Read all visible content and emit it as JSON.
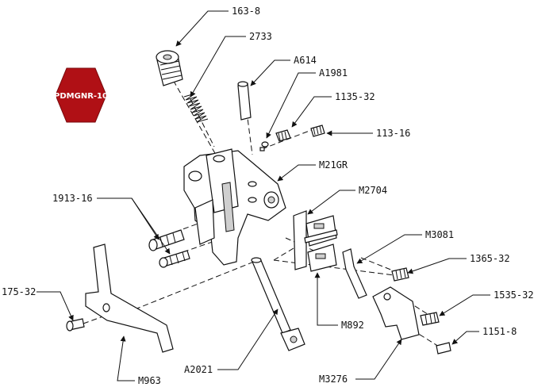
{
  "badge": {
    "text": "PDMGNR-10",
    "color": "#b01015"
  },
  "labels": {
    "p163_8": "163-8",
    "p2733": "2733",
    "pA614": "A614",
    "pA1981": "A1981",
    "p1135_32": "1135-32",
    "p113_16": "113-16",
    "pM21GR": "M21GR",
    "pM2704": "M2704",
    "p1913_16": "1913-16",
    "pM3081": "M3081",
    "p1365_32": "1365-32",
    "p175_32": "175-32",
    "p1535_32": "1535-32",
    "p1151_8": "1151-8",
    "pM892": "M892",
    "pM963": "M963",
    "pA2021": "A2021",
    "pM3276": "M3276"
  }
}
